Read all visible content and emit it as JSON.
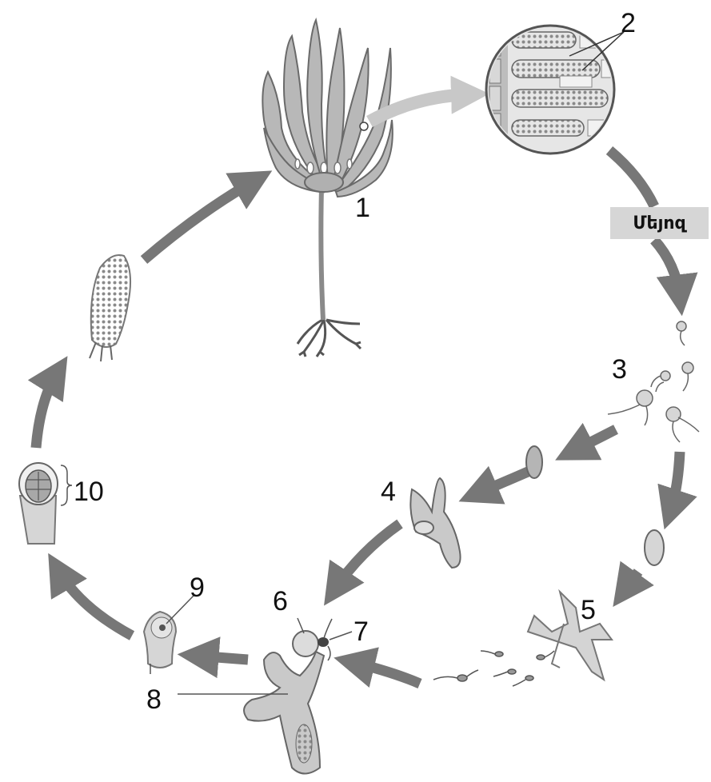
{
  "labels": {
    "l1": "1",
    "l2": "2",
    "l3": "3",
    "l4": "4",
    "l5": "5",
    "l6": "6",
    "l7": "7",
    "l8": "8",
    "l9": "9",
    "l10": "10"
  },
  "meiosis_label": "Մեյոզ",
  "colors": {
    "arrow": "#777777",
    "light_arrow": "#c8c8c8",
    "cell_fill": "#cfcfcf",
    "cell_stroke": "#6a6a6a",
    "text": "#111111"
  }
}
